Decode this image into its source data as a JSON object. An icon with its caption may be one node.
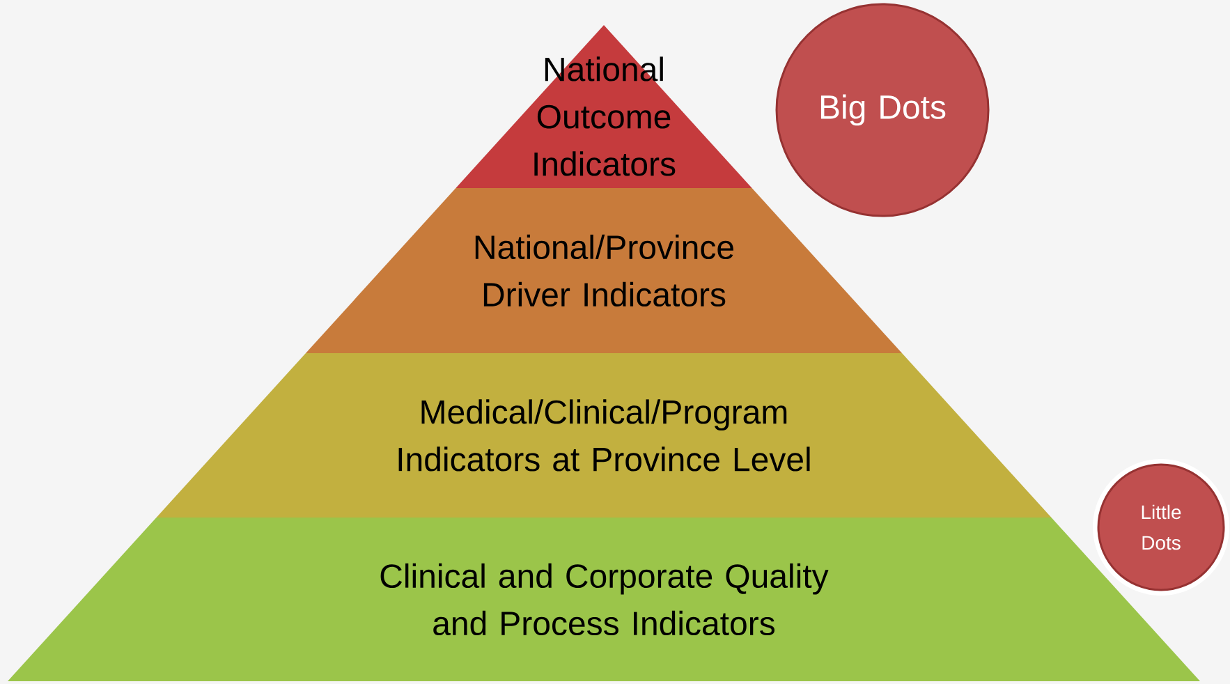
{
  "diagram": {
    "nodes": [
      {
        "text": [
          "National Outcome Indicators"
        ]
      },
      {
        "text": [
          "National/Province Driver Indicators"
        ]
      },
      {
        "text": [
          "Medical/Clinical/Program Indicators at Province Level"
        ]
      },
      {
        "text": [
          "Clinical and Corporate Quality and Process Indicators"
        ]
      },
      {
        "text": [
          "Big Dots"
        ]
      },
      {
        "text": [
          "Little Dots"
        ]
      }
    ]
  }
}
